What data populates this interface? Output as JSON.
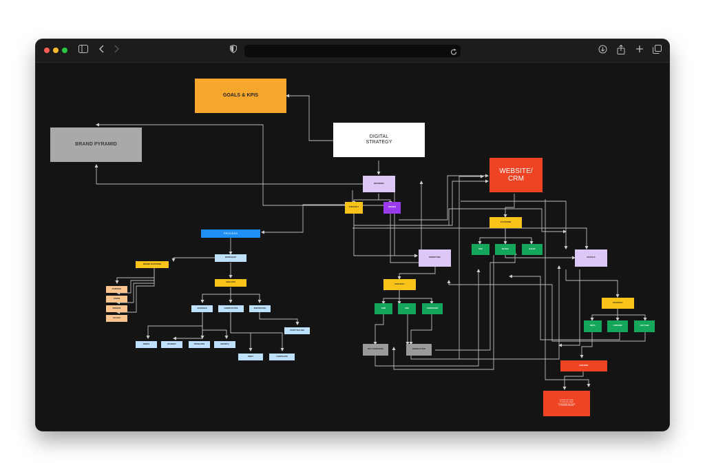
{
  "browser": {
    "icons": [
      "close-dot",
      "minimize-dot",
      "zoom-dot",
      "sidebar-icon",
      "back-icon",
      "forward-icon",
      "shield-icon",
      "reload-icon",
      "download-icon",
      "share-icon",
      "new-tab-icon",
      "tabs-icon"
    ],
    "colors": {
      "close": "#ff5f57",
      "minimize": "#febc2e",
      "zoom": "#28c840"
    }
  },
  "diagram": {
    "goals": "GOALS & KPIS",
    "brand_pyramid": "BRAND PYRAMID",
    "digital_strategy": "DIGITAL\nSTRATEGY",
    "website_crm": "WEBSITE/\nCRM",
    "branding": "BRANDING",
    "strategy_small": "STRATEGY",
    "design": "DESIGN",
    "process": "PROCESS",
    "workshop": "WORKSHOP",
    "brand_platform": "BRAND PLATFORM",
    "purpose": "PURPOSE",
    "vision": "VISION",
    "mission": "MISSION",
    "values": "VALUES",
    "analysis": "ANALYSIS",
    "audience": "AUDIENCE",
    "competitors": "COMPETITORS",
    "inspiration": "INSPIRATION",
    "storytelling": "STORYTELLING",
    "needs": "NEEDS",
    "journey": "JOURNEY",
    "problems": "PROBLEMS",
    "growth": "GROWTH",
    "swot": "SWOT",
    "landscape": "LANDSCAPE",
    "platform": "PLATFORM",
    "seo": "SEO",
    "blogs": "BLOGS",
    "sales": "SALES",
    "marketing": "MARKETING",
    "socials": "SOCIALS",
    "strategy_mkt": "STRATEGY",
    "sem": "SEM",
    "ads": "ADS",
    "campaigns": "CAMPAIGNS",
    "b2c_campaigns": "B2C CAMPAIGNS",
    "newsletter": "NEWSLETTER",
    "strategy_soc": "STRATEGY",
    "meta": "META",
    "linkedin": "LINKEDIN",
    "youtube": "YOUTUBE",
    "content": "CONTENT",
    "content_note": "X posts per week\nX reels per week\nX carousels per week\nX LinkedIn articles"
  }
}
